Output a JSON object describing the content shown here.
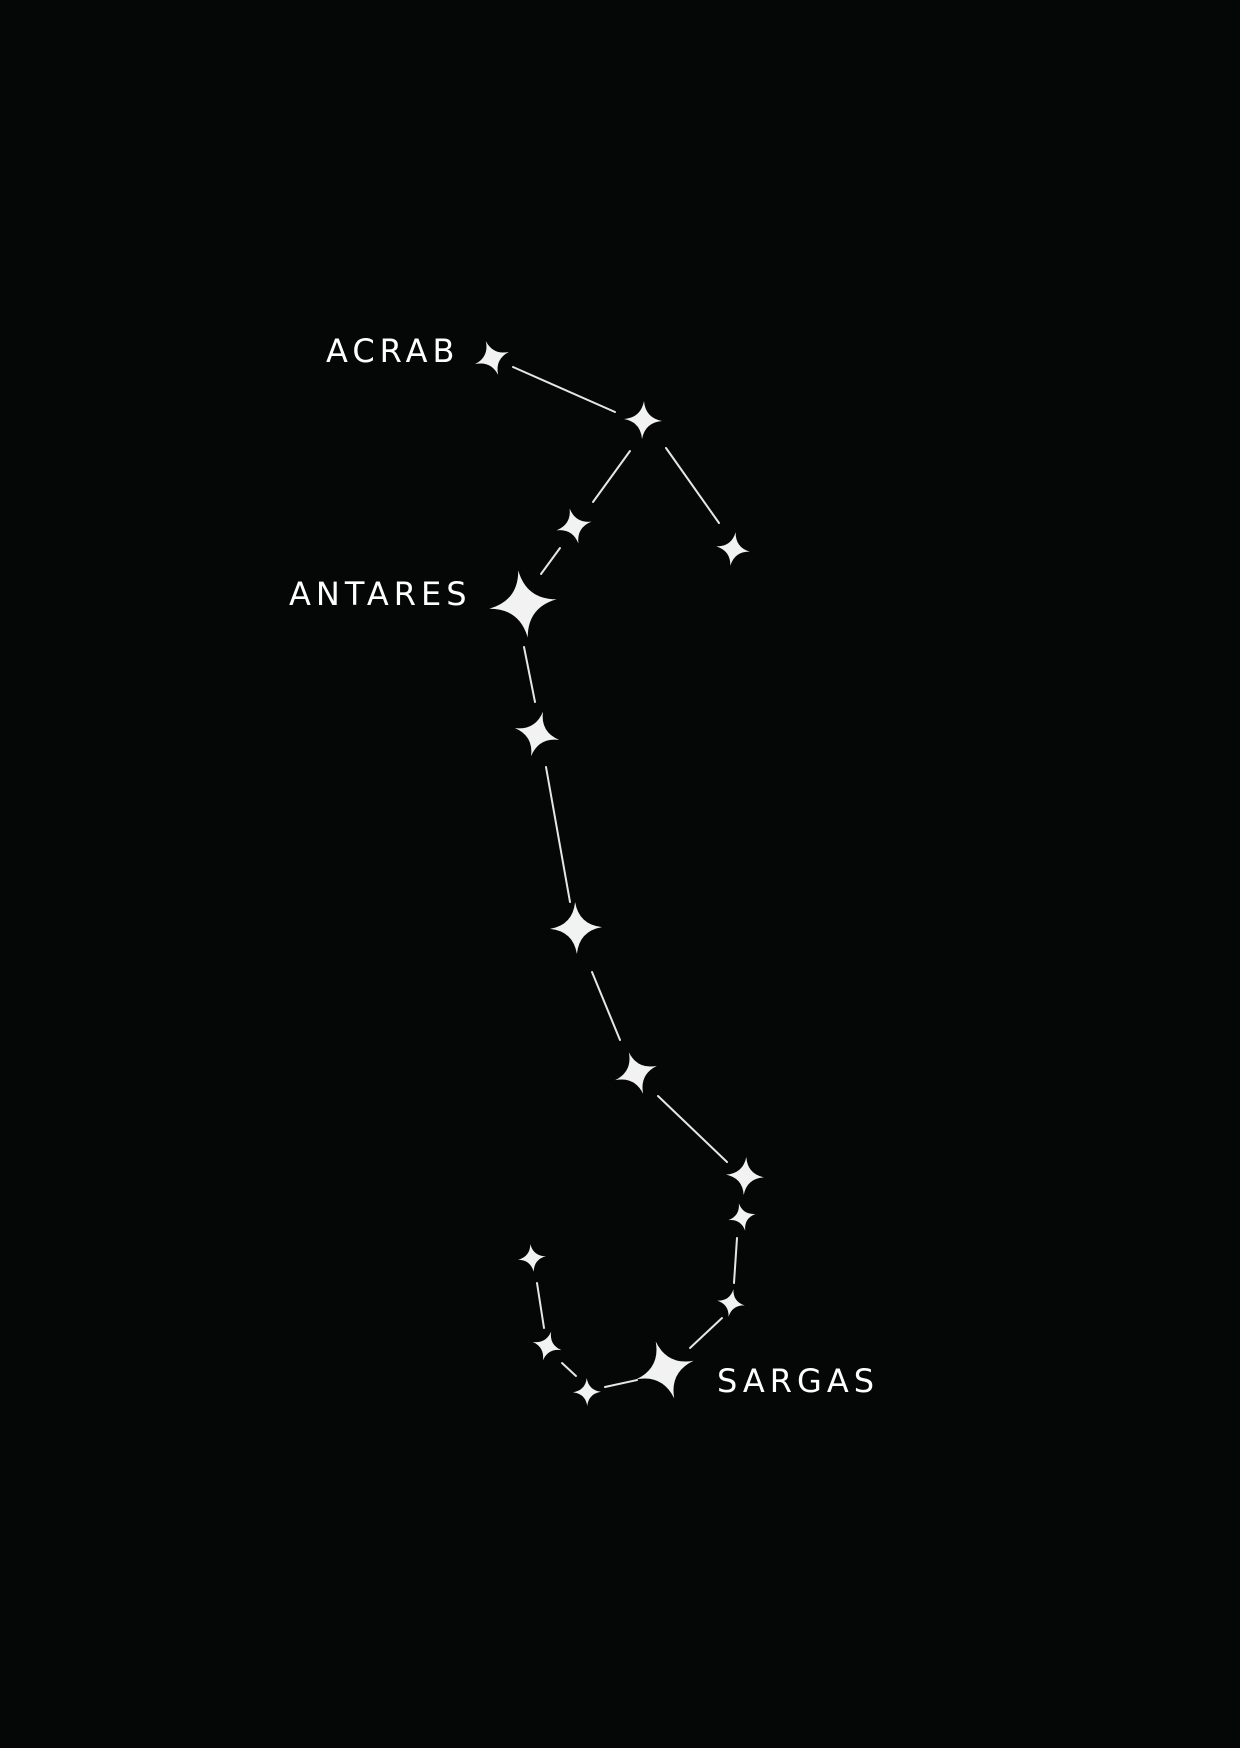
{
  "colors": {
    "background": "#050707",
    "star": "#f2f2f2",
    "line": "#e6e6e6",
    "label": "#ffffff"
  },
  "labels": {
    "acrab": "ACRAB",
    "antares": "ANTARES",
    "sargas": "SARGAS"
  }
}
